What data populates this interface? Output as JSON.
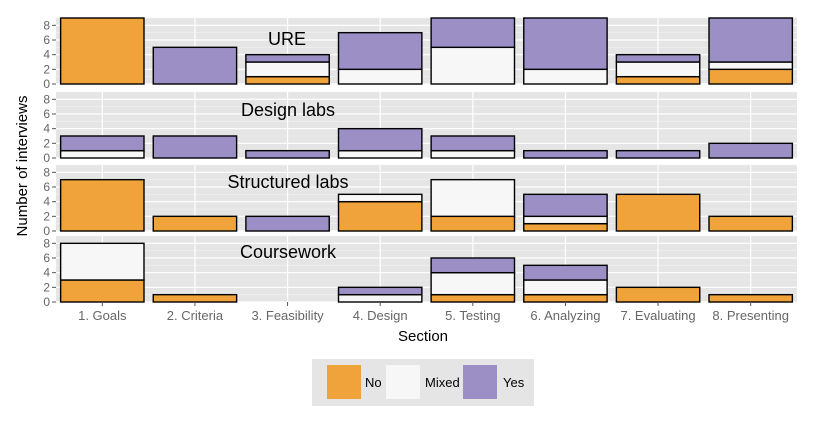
{
  "chart_data": {
    "type": "bar",
    "stacked": true,
    "facets": [
      "URE",
      "Design labs",
      "Structured labs",
      "Coursework"
    ],
    "categories": [
      "1. Goals",
      "2. Criteria",
      "3. Feasibility",
      "4. Design",
      "5. Testing",
      "6. Analyzing",
      "7. Evaluating",
      "8. Presenting"
    ],
    "series": [
      {
        "name": "No",
        "color": "#f0a33a"
      },
      {
        "name": "Mixed",
        "color": "#f7f7f7"
      },
      {
        "name": "Yes",
        "color": "#9b8fc6"
      }
    ],
    "values": {
      "URE": {
        "No": [
          9,
          0,
          1,
          0,
          0,
          0,
          1,
          2
        ],
        "Mixed": [
          0,
          0,
          2,
          2,
          5,
          2,
          2,
          1
        ],
        "Yes": [
          0,
          5,
          1,
          5,
          4,
          7,
          1,
          6
        ]
      },
      "Design labs": {
        "No": [
          0,
          0,
          0,
          0,
          0,
          0,
          0,
          0
        ],
        "Mixed": [
          1,
          0,
          0,
          1,
          1,
          0,
          0,
          0
        ],
        "Yes": [
          2,
          3,
          1,
          3,
          2,
          1,
          1,
          2
        ]
      },
      "Structured labs": {
        "No": [
          7,
          2,
          0,
          4,
          2,
          1,
          5,
          2
        ],
        "Mixed": [
          0,
          0,
          0,
          1,
          5,
          1,
          0,
          0
        ],
        "Yes": [
          0,
          0,
          2,
          0,
          0,
          3,
          0,
          0
        ]
      },
      "Coursework": {
        "No": [
          3,
          1,
          0,
          0,
          1,
          1,
          2,
          1
        ],
        "Mixed": [
          5,
          0,
          0,
          1,
          3,
          2,
          0,
          0
        ],
        "Yes": [
          0,
          0,
          0,
          1,
          2,
          2,
          0,
          0
        ]
      }
    },
    "ylim": [
      0,
      9
    ],
    "yticks": [
      "0",
      "2",
      "4",
      "6",
      "8"
    ],
    "xlabel": "Section",
    "ylabel": "Number of interviews",
    "legend_position": "bottom",
    "grid": true,
    "panel_background": "#e5e5e5"
  }
}
